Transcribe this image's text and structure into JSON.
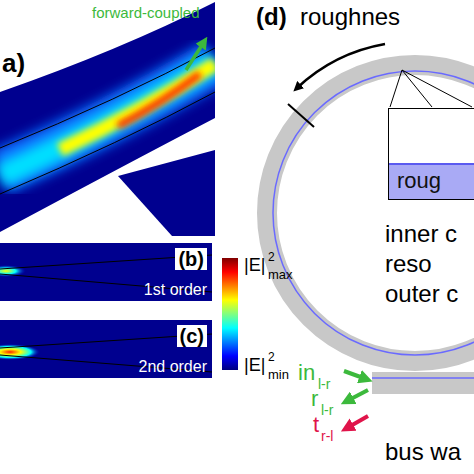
{
  "diagram": {
    "nodes": [
      {
        "text": [
          "(b)",
          "1st order"
        ]
      },
      {
        "text": [
          "(c)",
          "2nd order"
        ]
      },
      {
        "text": [
          "roug"
        ]
      }
    ],
    "labels": [
      "forward-coupled",
      "a)",
      "|E|",
      "2",
      "max",
      "|E|",
      "2",
      "min",
      "(d)",
      "roughnes",
      "inner c",
      "reso",
      "outer c",
      "in",
      "l-r",
      "r",
      "l-r",
      "t",
      "r-l",
      "bus wa"
    ]
  }
}
